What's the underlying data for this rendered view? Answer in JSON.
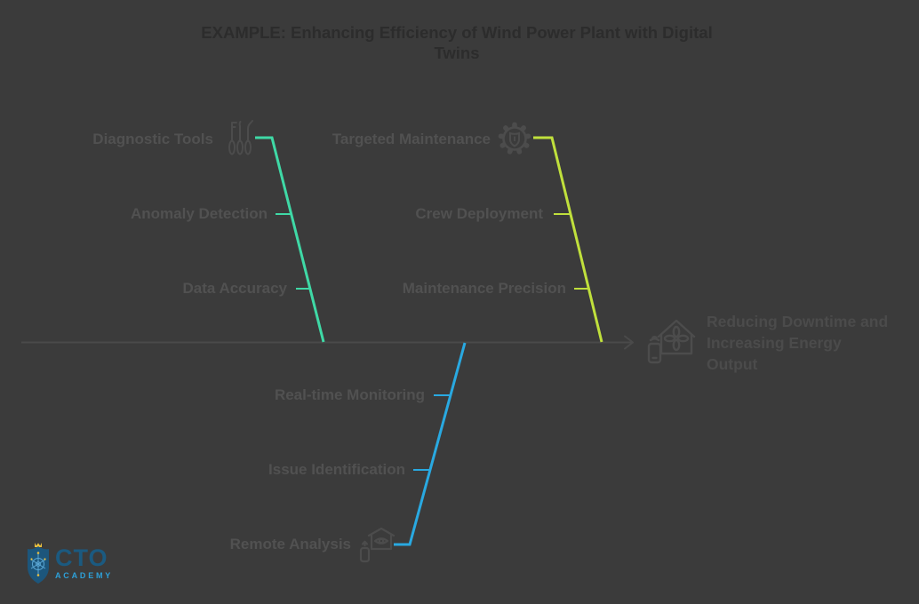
{
  "title": "EXAMPLE: Enhancing Efficiency of Wind Power Plant with Digital Twins",
  "diagram": {
    "type": "fishbone",
    "effect": {
      "label": "Reducing Downtime and Increasing Energy Output",
      "icon": "smart-home-fan-icon"
    },
    "branches": [
      {
        "position": "top-left",
        "color": "#3fd9a6",
        "icon": "diagnostic-tools-icon",
        "items": [
          "Diagnostic Tools",
          "Anomaly Detection",
          "Data Accuracy"
        ]
      },
      {
        "position": "top-right",
        "color": "#c0e03c",
        "icon": "gear-shield-icon",
        "items": [
          "Targeted Maintenance",
          "Crew Deployment",
          "Maintenance Precision"
        ]
      },
      {
        "position": "bottom-center",
        "color": "#29a9e1",
        "icon": "remote-home-icon",
        "items": [
          "Real-time Monitoring",
          "Issue Identification",
          "Remote Analysis"
        ]
      }
    ]
  },
  "logo": {
    "brand": "CTO",
    "subtitle": "ACADEMY"
  },
  "colors": {
    "background": "#3b3b3b",
    "spine": "#4a4a4a",
    "title_text": "#2c2c2c",
    "label_text": "#515151",
    "icon_stroke": "#4c4c4c",
    "branch_teal": "#3fd9a6",
    "branch_lime": "#c0e03c",
    "branch_blue": "#29a9e1",
    "logo_dark_blue": "#1b5a80",
    "logo_light_blue": "#2da0d8",
    "logo_yellow": "#ecc13f"
  }
}
